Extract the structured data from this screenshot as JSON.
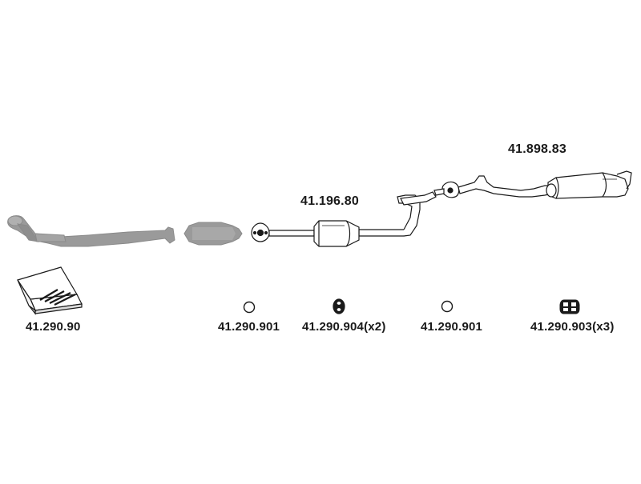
{
  "diagram": {
    "part_numbers": {
      "front_pipe": "",
      "catalyst": "",
      "middle_silencer": "41.196.80",
      "rear_silencer": "41.898.83"
    },
    "accessories": {
      "mounting_kit": "41.290.90",
      "ring_a": "41.290.901",
      "rubber_hanger": "41.290.904(x2)",
      "ring_b": "41.290.901",
      "rubber_mount": "41.290.903(x3)"
    },
    "colors": {
      "line": "#1a1a1a",
      "pipe_fill": "#ffffff",
      "unsupplied_fill": "#9a9a9a",
      "gray_stroke": "#8a8a8a"
    }
  }
}
